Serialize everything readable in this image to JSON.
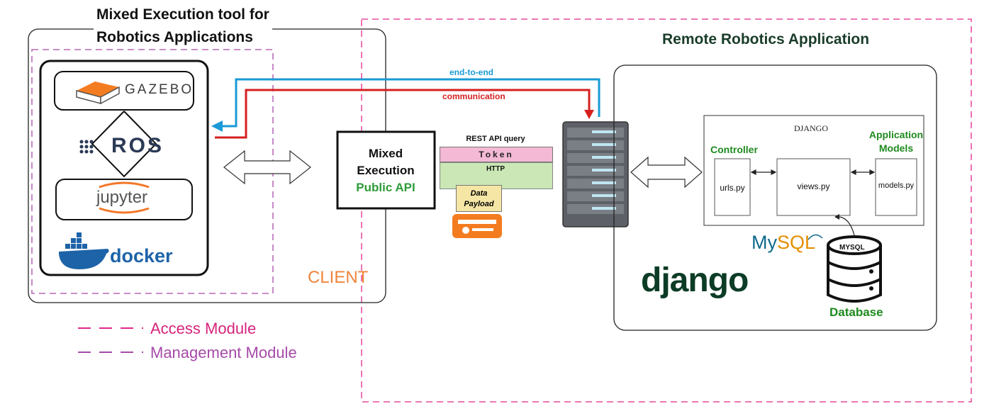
{
  "titles": {
    "left_line1": "Mixed Execution tool for",
    "left_line2": "Robotics Applications",
    "right": "Remote Robotics Application"
  },
  "client_tools": {
    "gazebo": "GAZEBO",
    "ros": "ROS",
    "jupyter": "jupyter",
    "docker": "docker"
  },
  "client_label": "CLIENT",
  "public_api": {
    "line1": "Mixed",
    "line2": "Execution",
    "line3": "Public API"
  },
  "rest": {
    "query_label": "REST API query",
    "token": "Token",
    "http": "HTTP",
    "payload_line1": "Data",
    "payload_line2": "Payload"
  },
  "arrows": {
    "end_to_end": "end-to-end",
    "communication": "communication"
  },
  "django_app": {
    "header": "DJANGO",
    "controller": "Controller",
    "models_line1": "Application",
    "models_line2": "Models",
    "urls": "urls.py",
    "views": "views.py",
    "models_file": "models.py"
  },
  "database": {
    "mysql_logo_my": "My",
    "mysql_logo_sql": "SQL",
    "cylinder_label": "MYSQL",
    "label": "Database"
  },
  "django_logo": "django",
  "legend": {
    "access": "Access Module",
    "management": "Management Module"
  },
  "colors": {
    "access_dash": "#e0288a",
    "management_dash": "#a64aa8",
    "end_to_end": "#1a9ad6",
    "communication": "#d62020"
  }
}
